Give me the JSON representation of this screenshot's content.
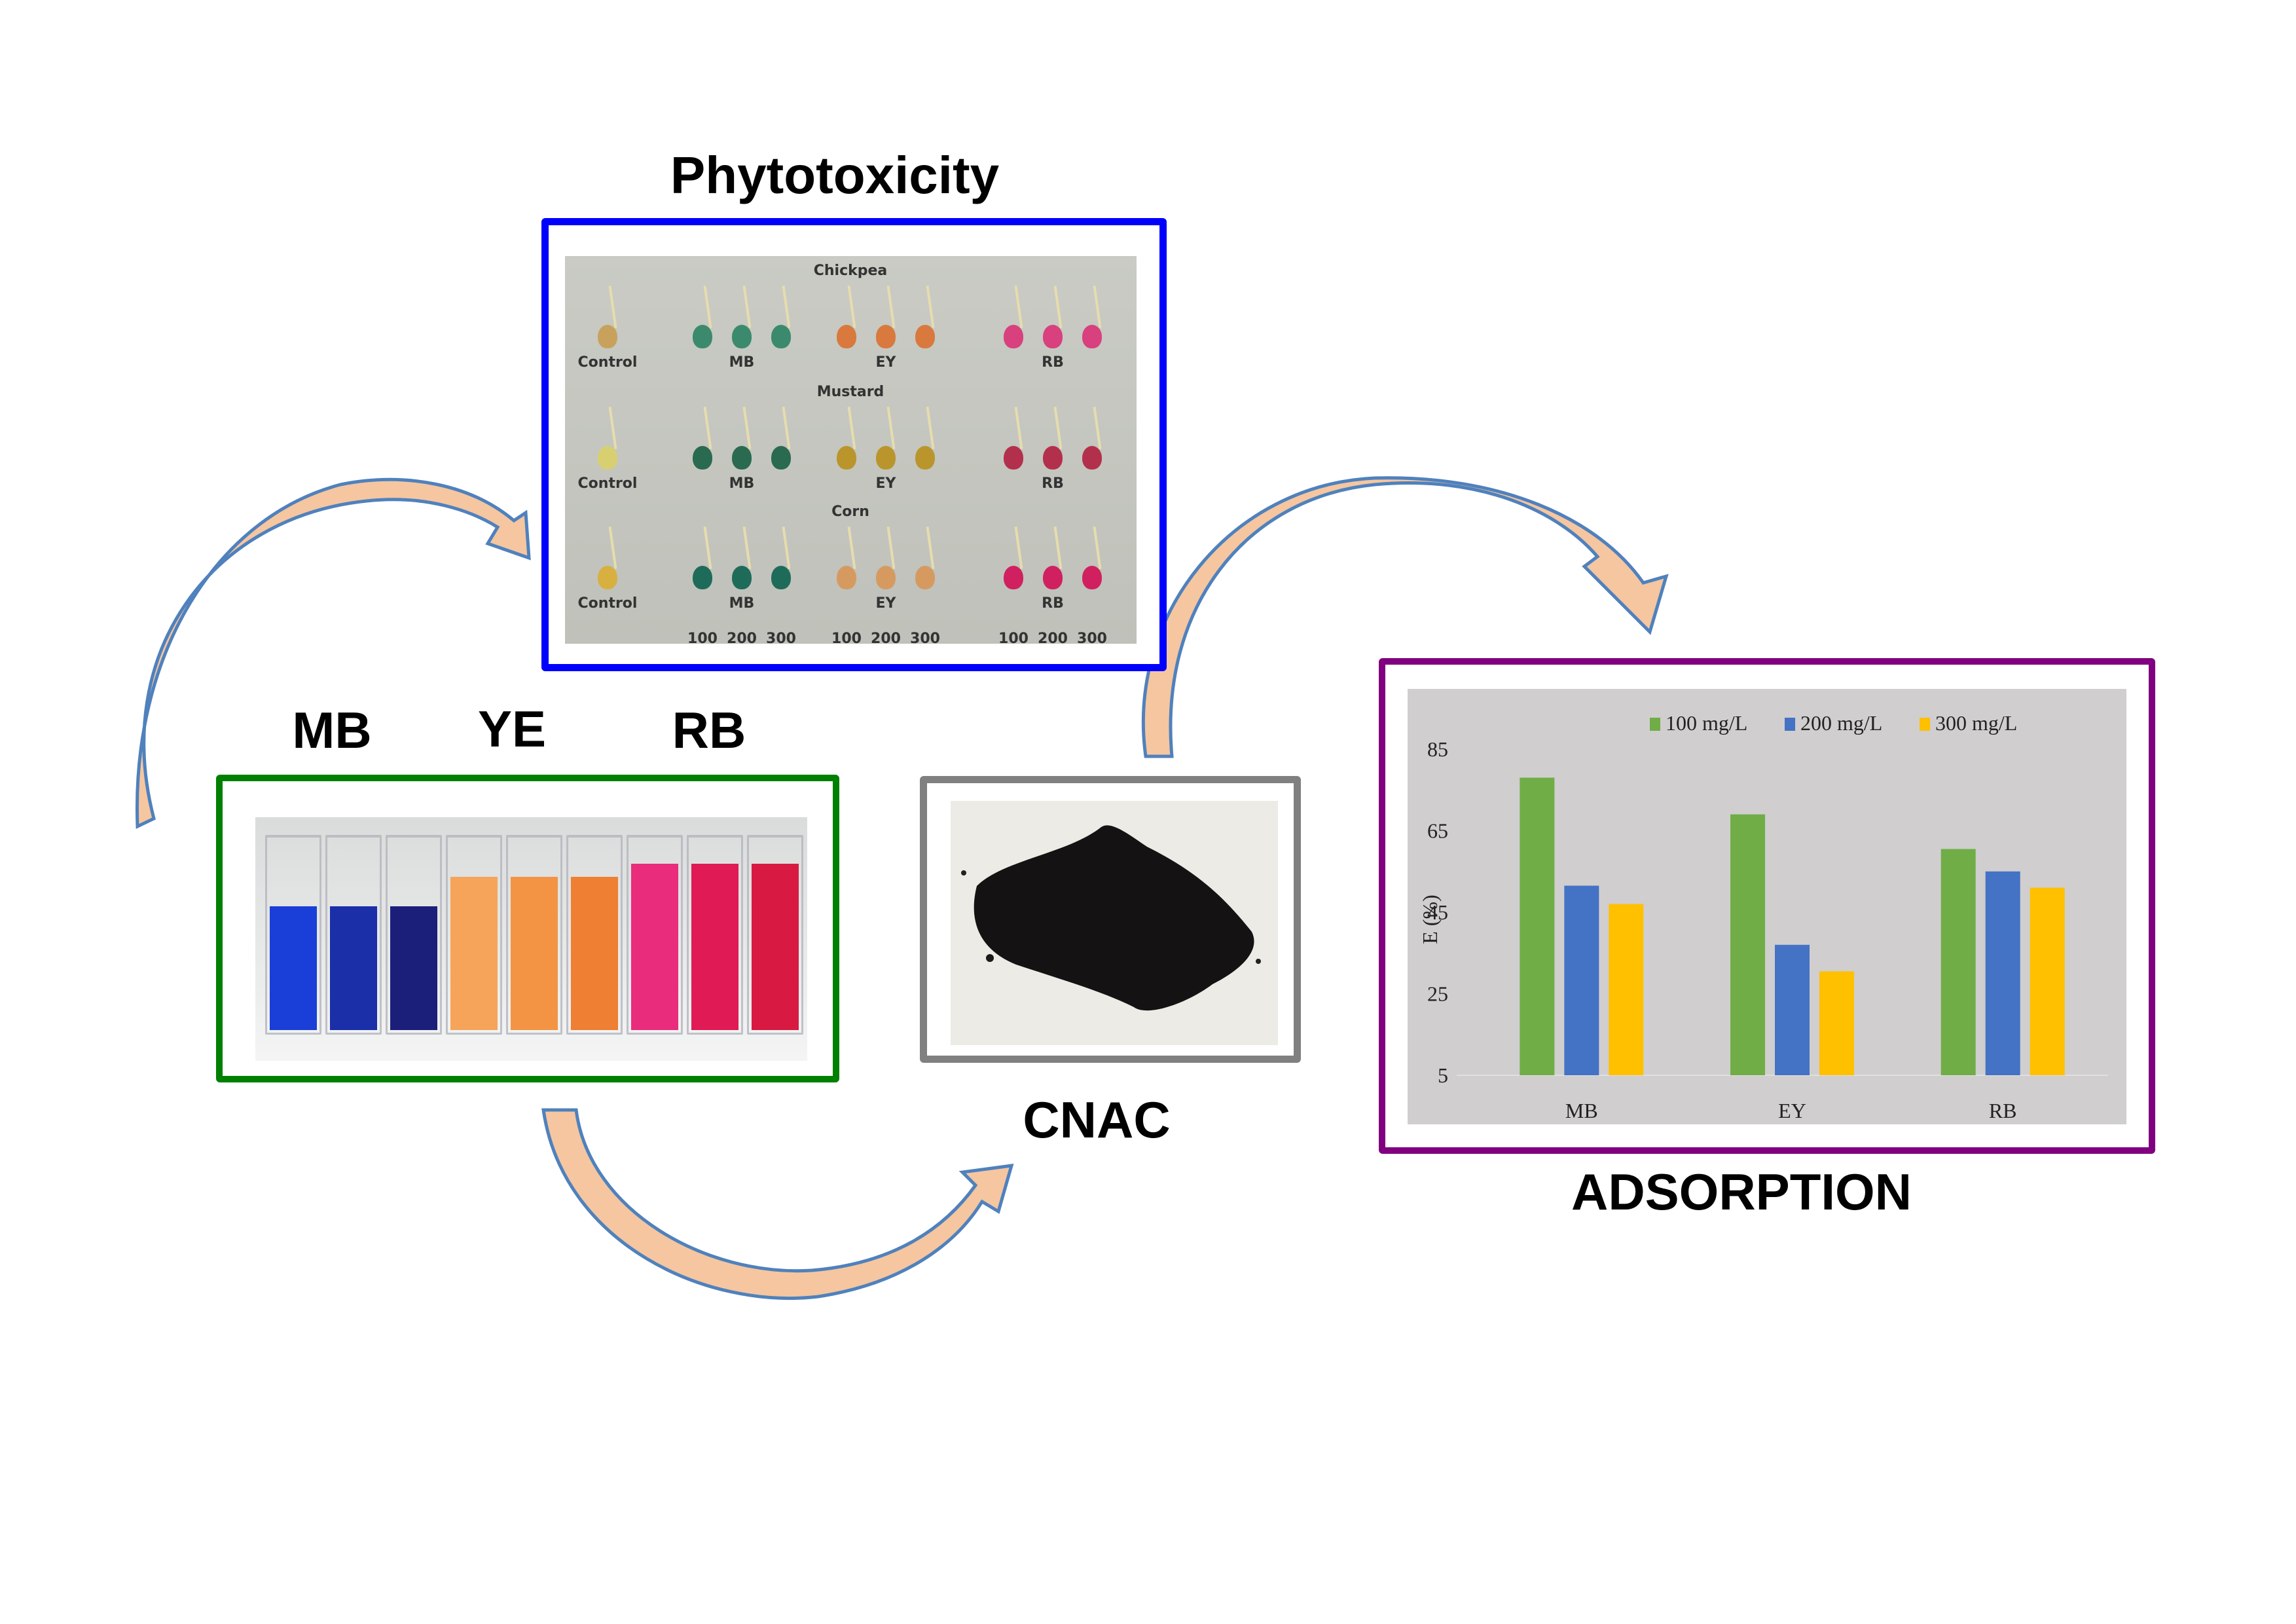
{
  "titles": {
    "phytotoxicity": "Phytotoxicity",
    "cnac": "CNAC",
    "adsorption": "ADSORPTION"
  },
  "dye_labels": [
    "MB",
    "YE",
    "RB"
  ],
  "colors": {
    "phyto_frame": "#0000ff",
    "dye_frame": "#008000",
    "cnac_frame": "#808080",
    "adsorption_frame": "#800080",
    "arrow_fill": "#f5c6a0",
    "arrow_stroke": "#4f81bd"
  },
  "phyto_photo": {
    "crops": [
      {
        "name": "Chickpea",
        "groups": [
          "Control",
          "MB",
          "EY",
          "RB"
        ]
      },
      {
        "name": "Mustard",
        "groups": [
          "Control",
          "MB",
          "EY",
          "RB"
        ]
      },
      {
        "name": "Corn",
        "groups": [
          "Control",
          "MB",
          "EY",
          "RB"
        ]
      }
    ],
    "concentrations": [
      "100",
      "200",
      "300"
    ]
  },
  "cuvettes": [
    {
      "dye": "MB",
      "color": "#1a3fd8"
    },
    {
      "dye": "MB",
      "color": "#1a2fa8"
    },
    {
      "dye": "MB",
      "color": "#1c1f7a"
    },
    {
      "dye": "YE",
      "color": "#f6a45a"
    },
    {
      "dye": "YE",
      "color": "#f39445"
    },
    {
      "dye": "YE",
      "color": "#ee7f33"
    },
    {
      "dye": "RB",
      "color": "#ea2c7c"
    },
    {
      "dye": "RB",
      "color": "#e01a55"
    },
    {
      "dye": "RB",
      "color": "#d81a42"
    }
  ],
  "chart_data": {
    "type": "bar",
    "title": "",
    "xlabel": "",
    "ylabel": "E (%)",
    "categories": [
      "MB",
      "EY",
      "RB"
    ],
    "series": [
      {
        "name": "100 mg/L",
        "color": "#70ad47",
        "values": [
          78,
          69,
          60.5
        ]
      },
      {
        "name": "200 mg/L",
        "color": "#4472c4",
        "values": [
          51.5,
          37,
          55
        ]
      },
      {
        "name": "300 mg/L",
        "color": "#ffc000",
        "values": [
          47,
          30.5,
          51
        ]
      }
    ],
    "ylim": [
      5,
      85
    ],
    "yticks": [
      "5",
      "25",
      "45",
      "65",
      "85"
    ],
    "ytick_values": [
      5,
      25,
      45,
      65,
      85
    ],
    "grid": false,
    "legend": "top-center",
    "background": "#d0cece"
  }
}
